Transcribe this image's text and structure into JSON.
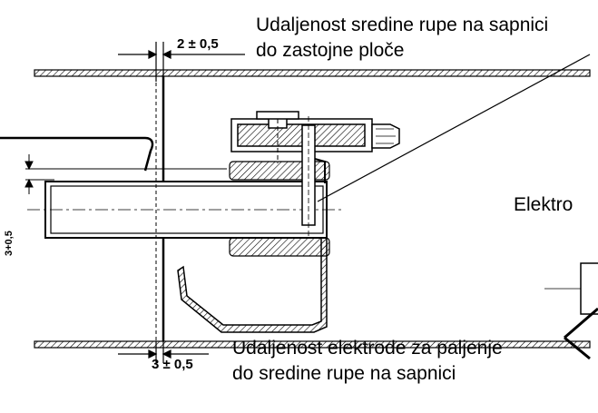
{
  "callouts": {
    "nozzle_center_to_baffle_line1": "Udaljenost sredine rupe na sapnici",
    "nozzle_center_to_baffle_line2": "do zastojne ploče",
    "electrode_partial": "Elektro",
    "ignition_electrode_line1": "Udaljenost elektrode za paljenje",
    "ignition_electrode_line2": "do sredine rupe na sapnici"
  },
  "dimensions": {
    "top_gap": "2 ± 0,5",
    "bottom_gap": "3 ± 0,5",
    "vertical_offset": "3+0,5"
  }
}
